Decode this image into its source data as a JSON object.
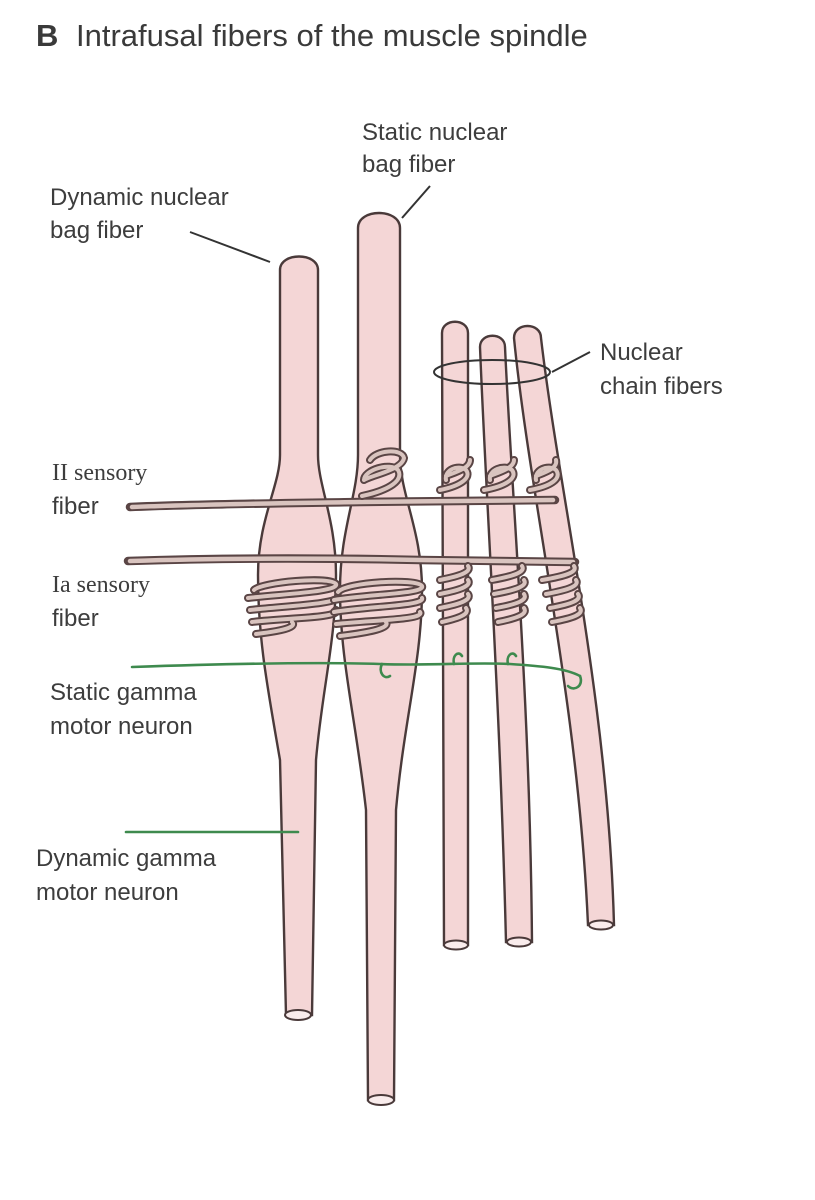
{
  "title": {
    "letter": "B",
    "text": "Intrafusal fibers of the muscle spindle"
  },
  "labels": {
    "static_nuclear_bag": [
      "Static nuclear",
      "bag fiber"
    ],
    "dynamic_nuclear_bag": [
      "Dynamic nuclear",
      "bag fiber"
    ],
    "nuclear_chain": [
      "Nuclear",
      "chain fibers"
    ],
    "ii_sensory": [
      "II sensory",
      "fiber"
    ],
    "ia_sensory": [
      "Ia sensory",
      "fiber"
    ],
    "static_gamma": [
      "Static gamma",
      "motor neuron"
    ],
    "dynamic_gamma": [
      "Dynamic gamma",
      "motor neuron"
    ]
  },
  "colors": {
    "fiber_fill": "#f4d6d6",
    "fiber_outline": "#4a3a3a",
    "sensory_fiber": "#5a4545",
    "gamma_motor": "#3e8a4e"
  }
}
